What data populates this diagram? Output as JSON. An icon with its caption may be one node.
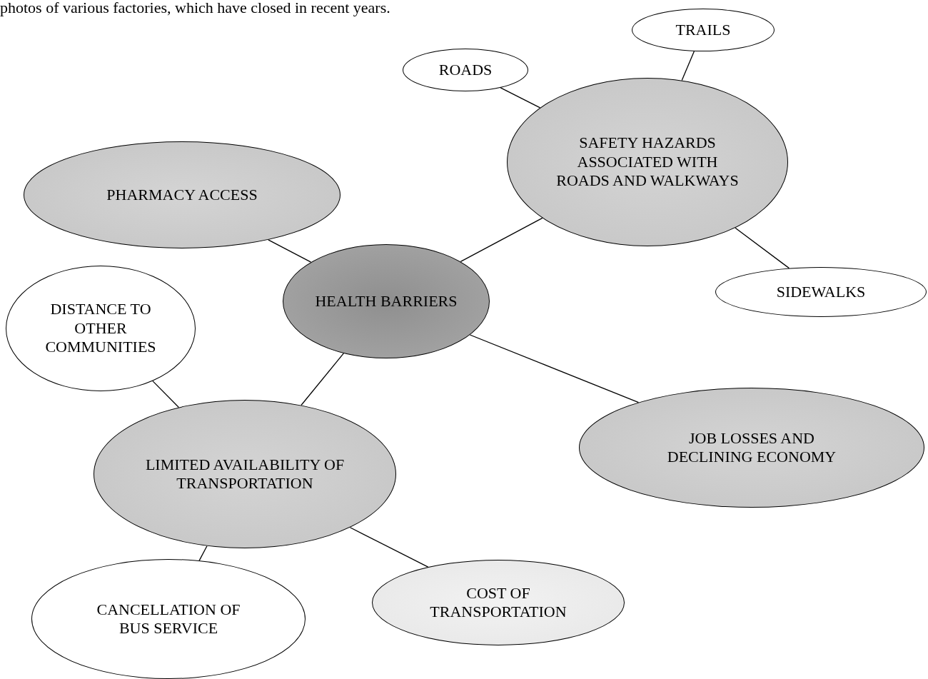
{
  "diagram": {
    "nodes": [
      {
        "text": [
          "TRAILS"
        ]
      },
      {
        "text": [
          "ROADS"
        ]
      },
      {
        "text": [
          "SAFETY HAZARDS ASSOCIATED WITH ROADS AND WALKWAYS"
        ]
      },
      {
        "text": [
          "PHARMACY ACCESS"
        ]
      },
      {
        "text": [
          "SIDEWALKS"
        ]
      },
      {
        "text": [
          "HEALTH BARRIERS"
        ]
      },
      {
        "text": [
          "DISTANCE TO OTHER COMMUNITIES"
        ]
      },
      {
        "text": [
          "JOB LOSSES AND DECLINING ECONOMY"
        ]
      },
      {
        "text": [
          "LIMITED AVAILABILITY OF TRANSPORTATION"
        ]
      },
      {
        "text": [
          "COST OF TRANSPORTATION"
        ]
      },
      {
        "text": [
          "CANCELLATION OF BUS SERVICE"
        ]
      }
    ],
    "edges": [
      {
        "from": 5,
        "to": 3,
        "arrow": "none"
      },
      {
        "from": 5,
        "to": 2,
        "arrow": "none"
      },
      {
        "from": 5,
        "to": 7,
        "arrow": "none"
      },
      {
        "from": 5,
        "to": 8,
        "arrow": "none"
      },
      {
        "from": 2,
        "to": 1,
        "arrow": "none"
      },
      {
        "from": 2,
        "to": 0,
        "arrow": "none"
      },
      {
        "from": 2,
        "to": 4,
        "arrow": "none"
      },
      {
        "from": 8,
        "to": 6,
        "arrow": "none"
      },
      {
        "from": 8,
        "to": 9,
        "arrow": "none"
      },
      {
        "from": 8,
        "to": 10,
        "arrow": "none"
      }
    ],
    "labels": [
      "photos of various factories, which have closed in recent years."
    ]
  }
}
